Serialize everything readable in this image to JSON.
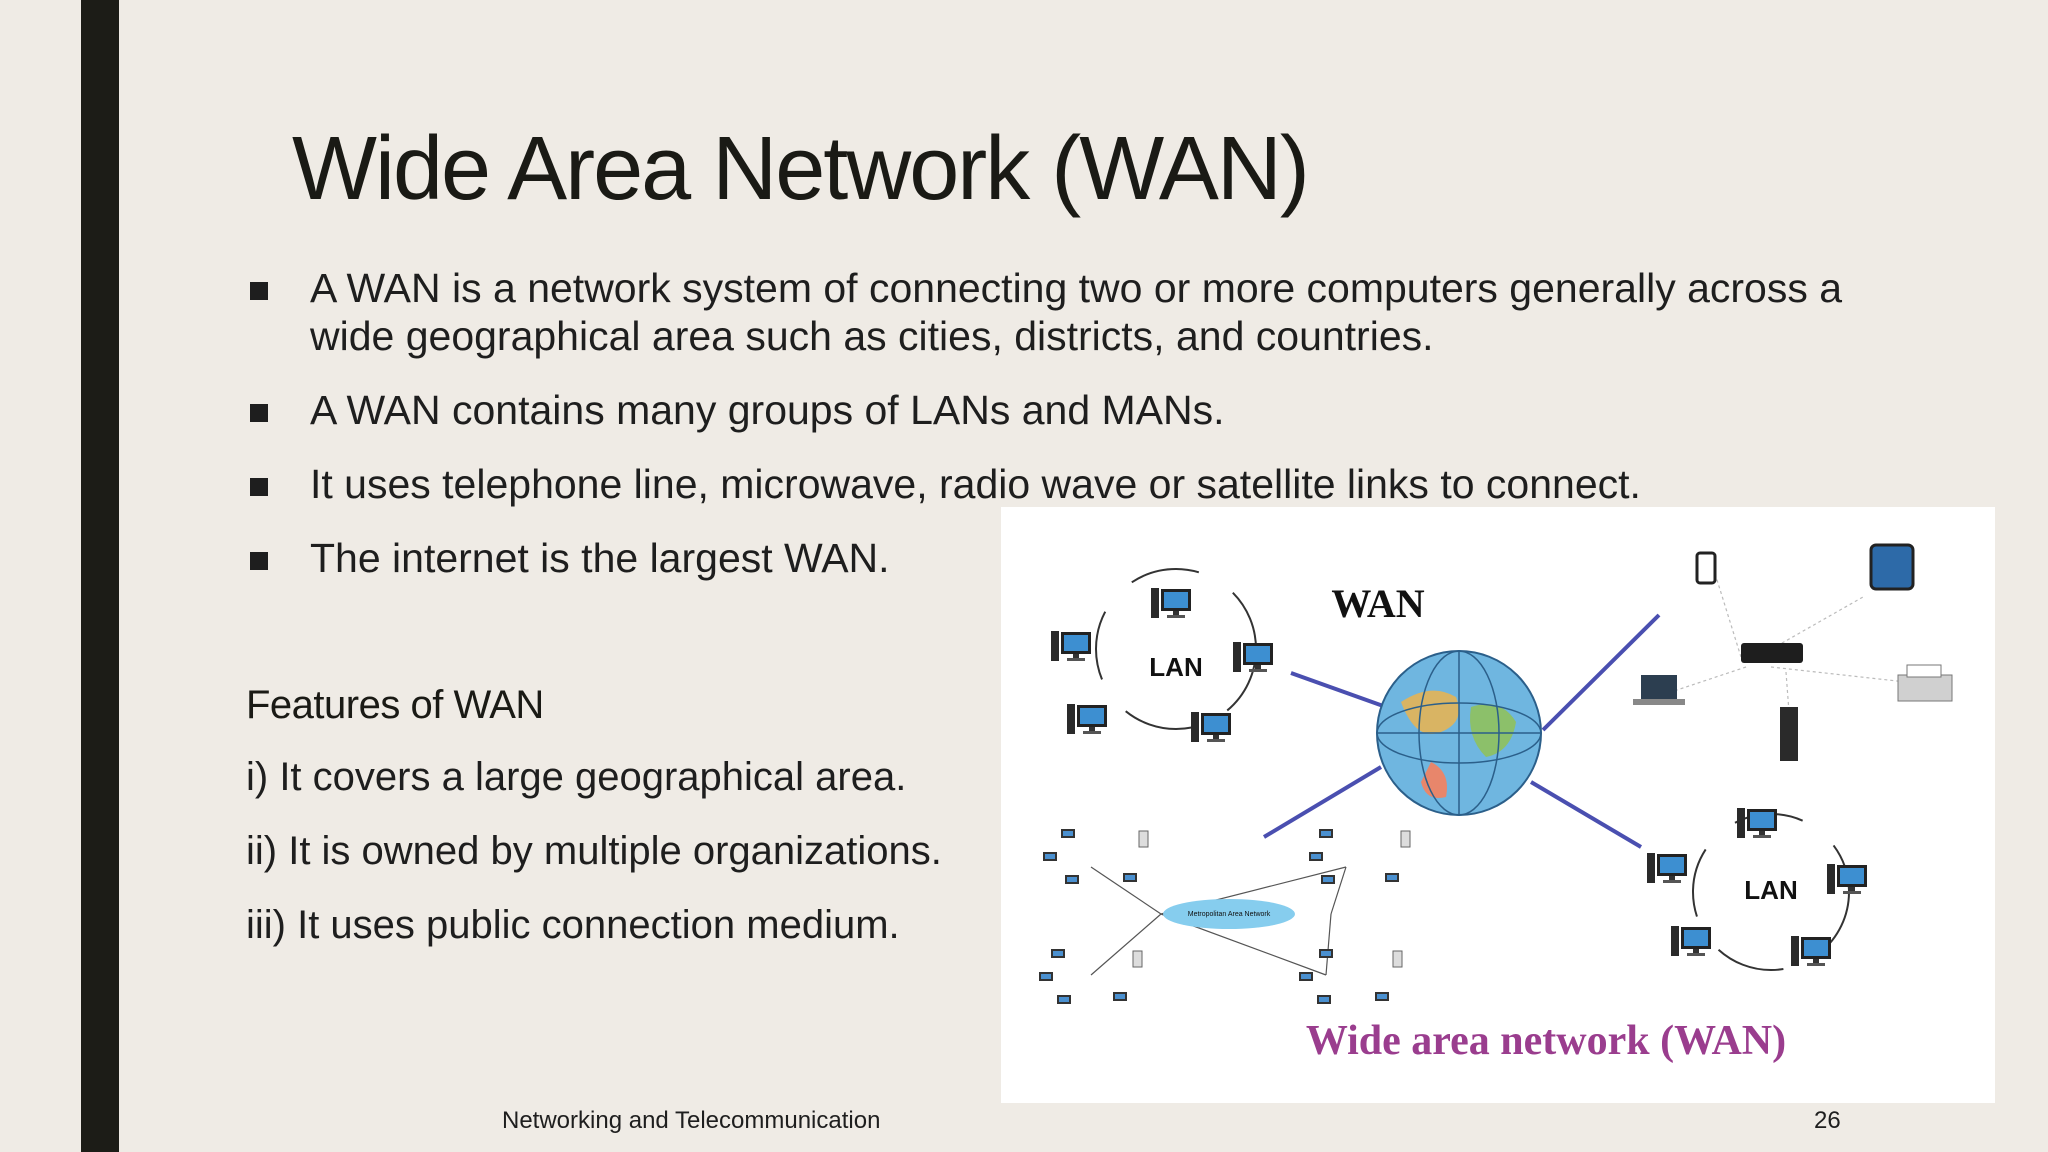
{
  "slide": {
    "title": "Wide Area Network (WAN)",
    "bullets": [
      "A WAN is a network system of connecting two or more computers generally across a wide geographical area such as cities, districts, and countries.",
      "A WAN contains many groups of LANs and MANs.",
      "It uses telephone line, microwave, radio wave or satellite links to connect.",
      "The internet is the largest WAN."
    ],
    "features_title": "Features of WAN",
    "features": [
      "i) It covers a large geographical area.",
      "ii) It is owned by multiple organizations.",
      "iii) It uses public connection medium."
    ],
    "footer": "Networking and Telecommunication",
    "page_number": "26"
  },
  "figure": {
    "wan_label": "WAN",
    "lan_label": "LAN",
    "man_label": "Metropolitan Area Network",
    "caption": "Wide area network (WAN)",
    "colors": {
      "link": "#4a4fb0",
      "caption": "#9a3d8e",
      "globe": "#6fb6e0",
      "man_hub": "#86cdee"
    }
  }
}
